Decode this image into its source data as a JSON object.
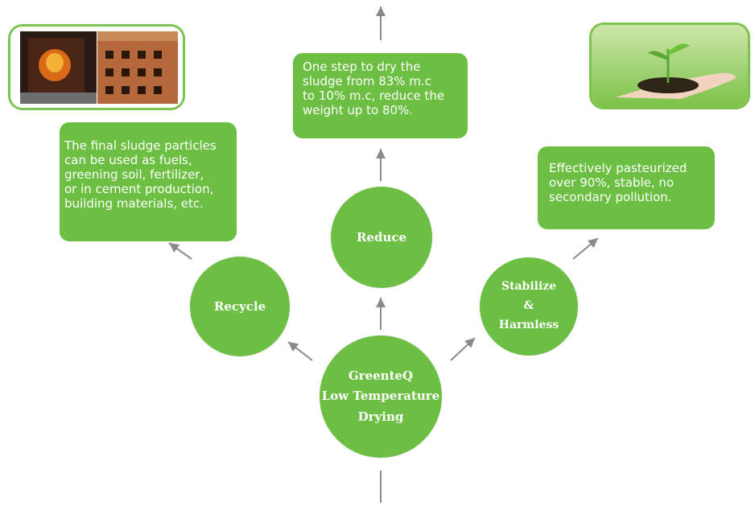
{
  "nodes": {
    "center": {
      "line1": "GreenteQ",
      "line2": "Low Temperature",
      "line3": "Drying"
    },
    "recycle": {
      "label": "Recycle"
    },
    "reduce": {
      "label": "Reduce"
    },
    "stabilize": {
      "line1": "Stabilize",
      "line2": "&",
      "line3": "Harmless"
    }
  },
  "boxes": {
    "recycle_text": [
      "The final sludge particles",
      "can be used as fuels,",
      "greening soil, fertilizer,",
      "or in cement production,",
      "building materials, etc."
    ],
    "reduce_text": [
      "One step to dry the",
      "sludge from 83% m.c",
      "to 10% m.c, reduce the",
      "weight up to 80%."
    ],
    "stabilize_text": [
      "Effectively pasteurized",
      "over 90%, stable,  no",
      "secondary pollution."
    ]
  },
  "colors": {
    "green": "#6cbf43",
    "arrow": "#8a8a8a"
  },
  "images": {
    "left": "furnace-and-bricks-photo",
    "right": "plant-in-hand-photo"
  }
}
